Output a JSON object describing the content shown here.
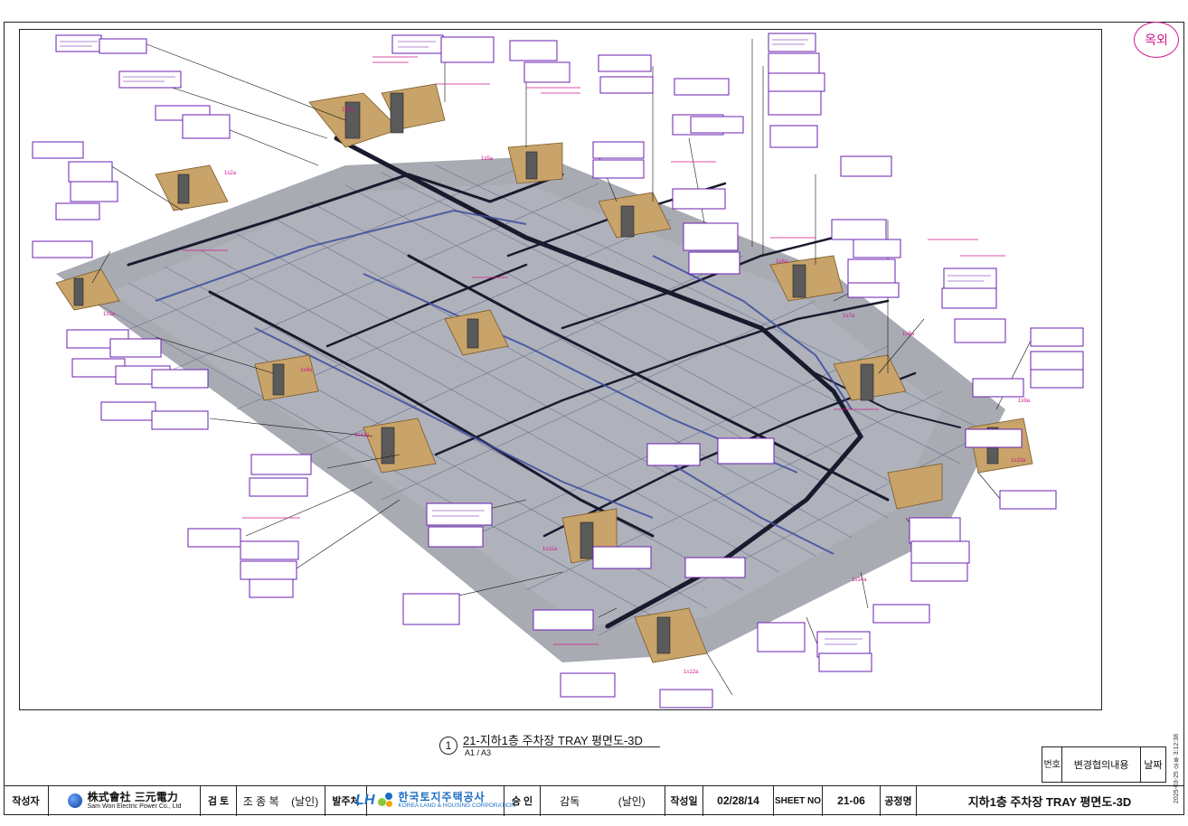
{
  "stamp": {
    "text": "옥외"
  },
  "plan_labels": [
    "1s1a",
    "1s2a",
    "1s3a",
    "1s4a",
    "1s5a",
    "1s6a",
    "1s7a",
    "1s8a",
    "1s9a",
    "1s10a",
    "1s11a",
    "1s12a",
    "1s13a",
    "1s14a"
  ],
  "caption": {
    "number": "1",
    "title": "21-지하1층 주차장 TRAY 평면도-3D",
    "scale": "A1 / A3"
  },
  "revision": {
    "no_label": "번호",
    "content_label": "변경협의내용",
    "date_label": "날짜"
  },
  "title_block": {
    "author_label": "작성자",
    "company_ko": "株式會社 三元電力",
    "company_en": "Sam Won Electric Power Co., Ltd",
    "review_label": "검 토",
    "reviewer": "조 종 복",
    "seal1": "(날인)",
    "client_label": "발주처",
    "lh_mark": "LH",
    "lh_ko": "한국토지주택공사",
    "lh_en": "KOREA LAND & HOUSING CORPORATION",
    "approval_label": "승 인",
    "supervision": "감독",
    "seal2": "(날인)",
    "date_label": "작성일",
    "date_value": "02/28/14",
    "sheet_label": "SHEET NO",
    "sheet_value": "21-06",
    "project_label": "공정명",
    "project_value": "지하1층 주차장 TRAY 평면도-3D"
  },
  "side_stamp": "2025-03-25 오후 3:12:38",
  "colors": {
    "callout_box": "#6a1fb0",
    "magenta_note": "#d0178c",
    "tray": "#1a1a2e",
    "floor": "#8c8f99",
    "room": "#c8a36a"
  }
}
